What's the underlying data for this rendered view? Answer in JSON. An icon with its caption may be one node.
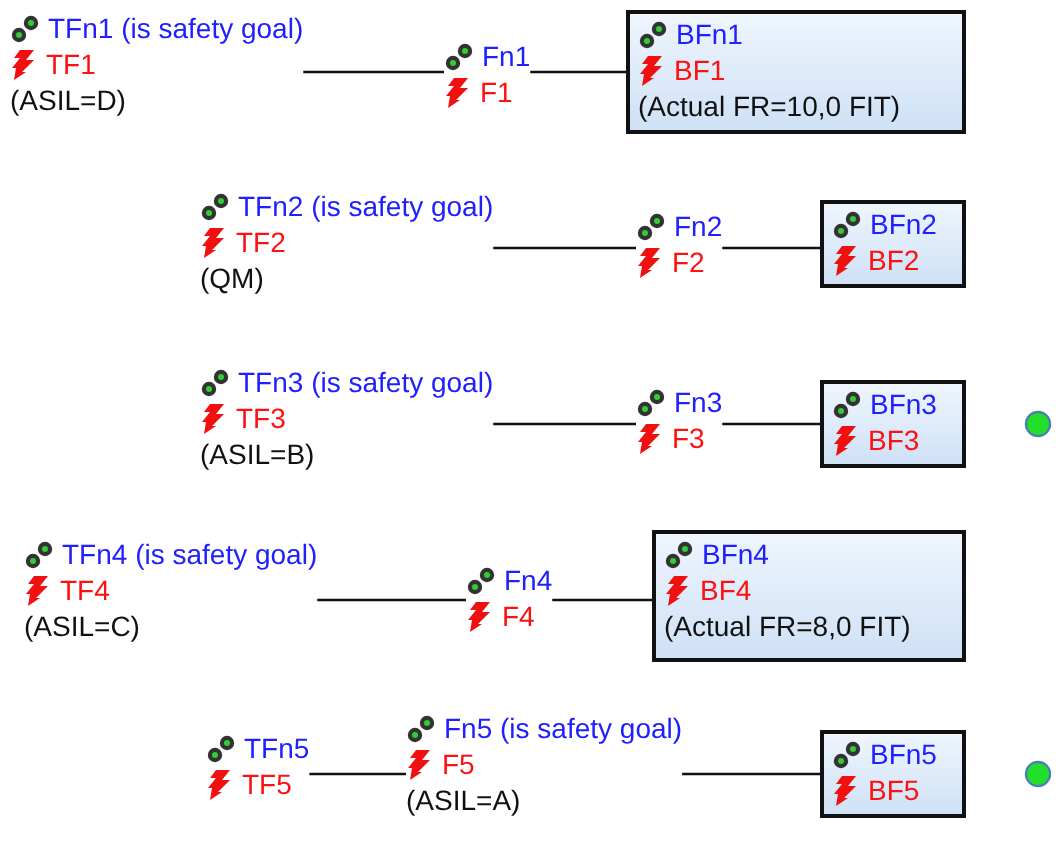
{
  "diagram": {
    "nodes": [
      {
        "text": [
          "TFn1 (is safety goal)",
          "TF1",
          "(ASIL=D)"
        ]
      },
      {
        "text": [
          "Fn1",
          "F1"
        ]
      },
      {
        "text": [
          "BFn1",
          "BF1",
          "(Actual FR=10,0 FIT)"
        ]
      },
      {
        "text": [
          "TFn2 (is safety goal)",
          "TF2",
          "(QM)"
        ]
      },
      {
        "text": [
          "Fn2",
          "F2"
        ]
      },
      {
        "text": [
          "BFn2",
          "BF2"
        ]
      },
      {
        "text": [
          "TFn3 (is safety goal)",
          "TF3",
          "(ASIL=B)"
        ]
      },
      {
        "text": [
          "Fn3",
          "F3"
        ]
      },
      {
        "text": [
          "BFn3",
          "BF3"
        ]
      },
      {
        "text": [
          "TFn4 (is safety goal)",
          "TF4",
          "(ASIL=C)"
        ]
      },
      {
        "text": [
          "Fn4",
          "F4"
        ]
      },
      {
        "text": [
          "BFn4",
          "BF4",
          "(Actual FR=8,0 FIT)"
        ]
      },
      {
        "text": [
          "TFn5",
          "TF5"
        ]
      },
      {
        "text": [
          "Fn5 (is safety goal)",
          "F5",
          "(ASIL=A)"
        ]
      },
      {
        "text": [
          "BFn5",
          "BF5"
        ]
      }
    ],
    "edges": [
      {
        "from": 0,
        "to": 1,
        "arrow": "none"
      },
      {
        "from": 1,
        "to": 2,
        "arrow": "none"
      },
      {
        "from": 3,
        "to": 4,
        "arrow": "none"
      },
      {
        "from": 4,
        "to": 5,
        "arrow": "none"
      },
      {
        "from": 6,
        "to": 7,
        "arrow": "none"
      },
      {
        "from": 7,
        "to": 8,
        "arrow": "none"
      },
      {
        "from": 9,
        "to": 10,
        "arrow": "none"
      },
      {
        "from": 10,
        "to": 11,
        "arrow": "none"
      },
      {
        "from": 12,
        "to": 13,
        "arrow": "none"
      },
      {
        "from": 13,
        "to": 14,
        "arrow": "none"
      }
    ]
  }
}
